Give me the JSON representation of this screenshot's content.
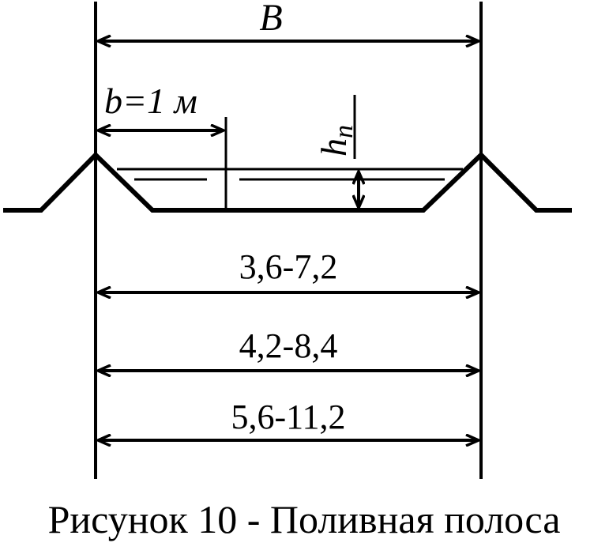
{
  "diagram": {
    "label_B": "B",
    "label_b_width": "b=1 м",
    "label_h": "h",
    "label_h_sub": "п",
    "dimension_1": "3,6-7,2",
    "dimension_2": "4,2-8,4",
    "dimension_3": "5,6-11,2"
  },
  "caption": "Рисунок 10 -  Поливная полоса"
}
